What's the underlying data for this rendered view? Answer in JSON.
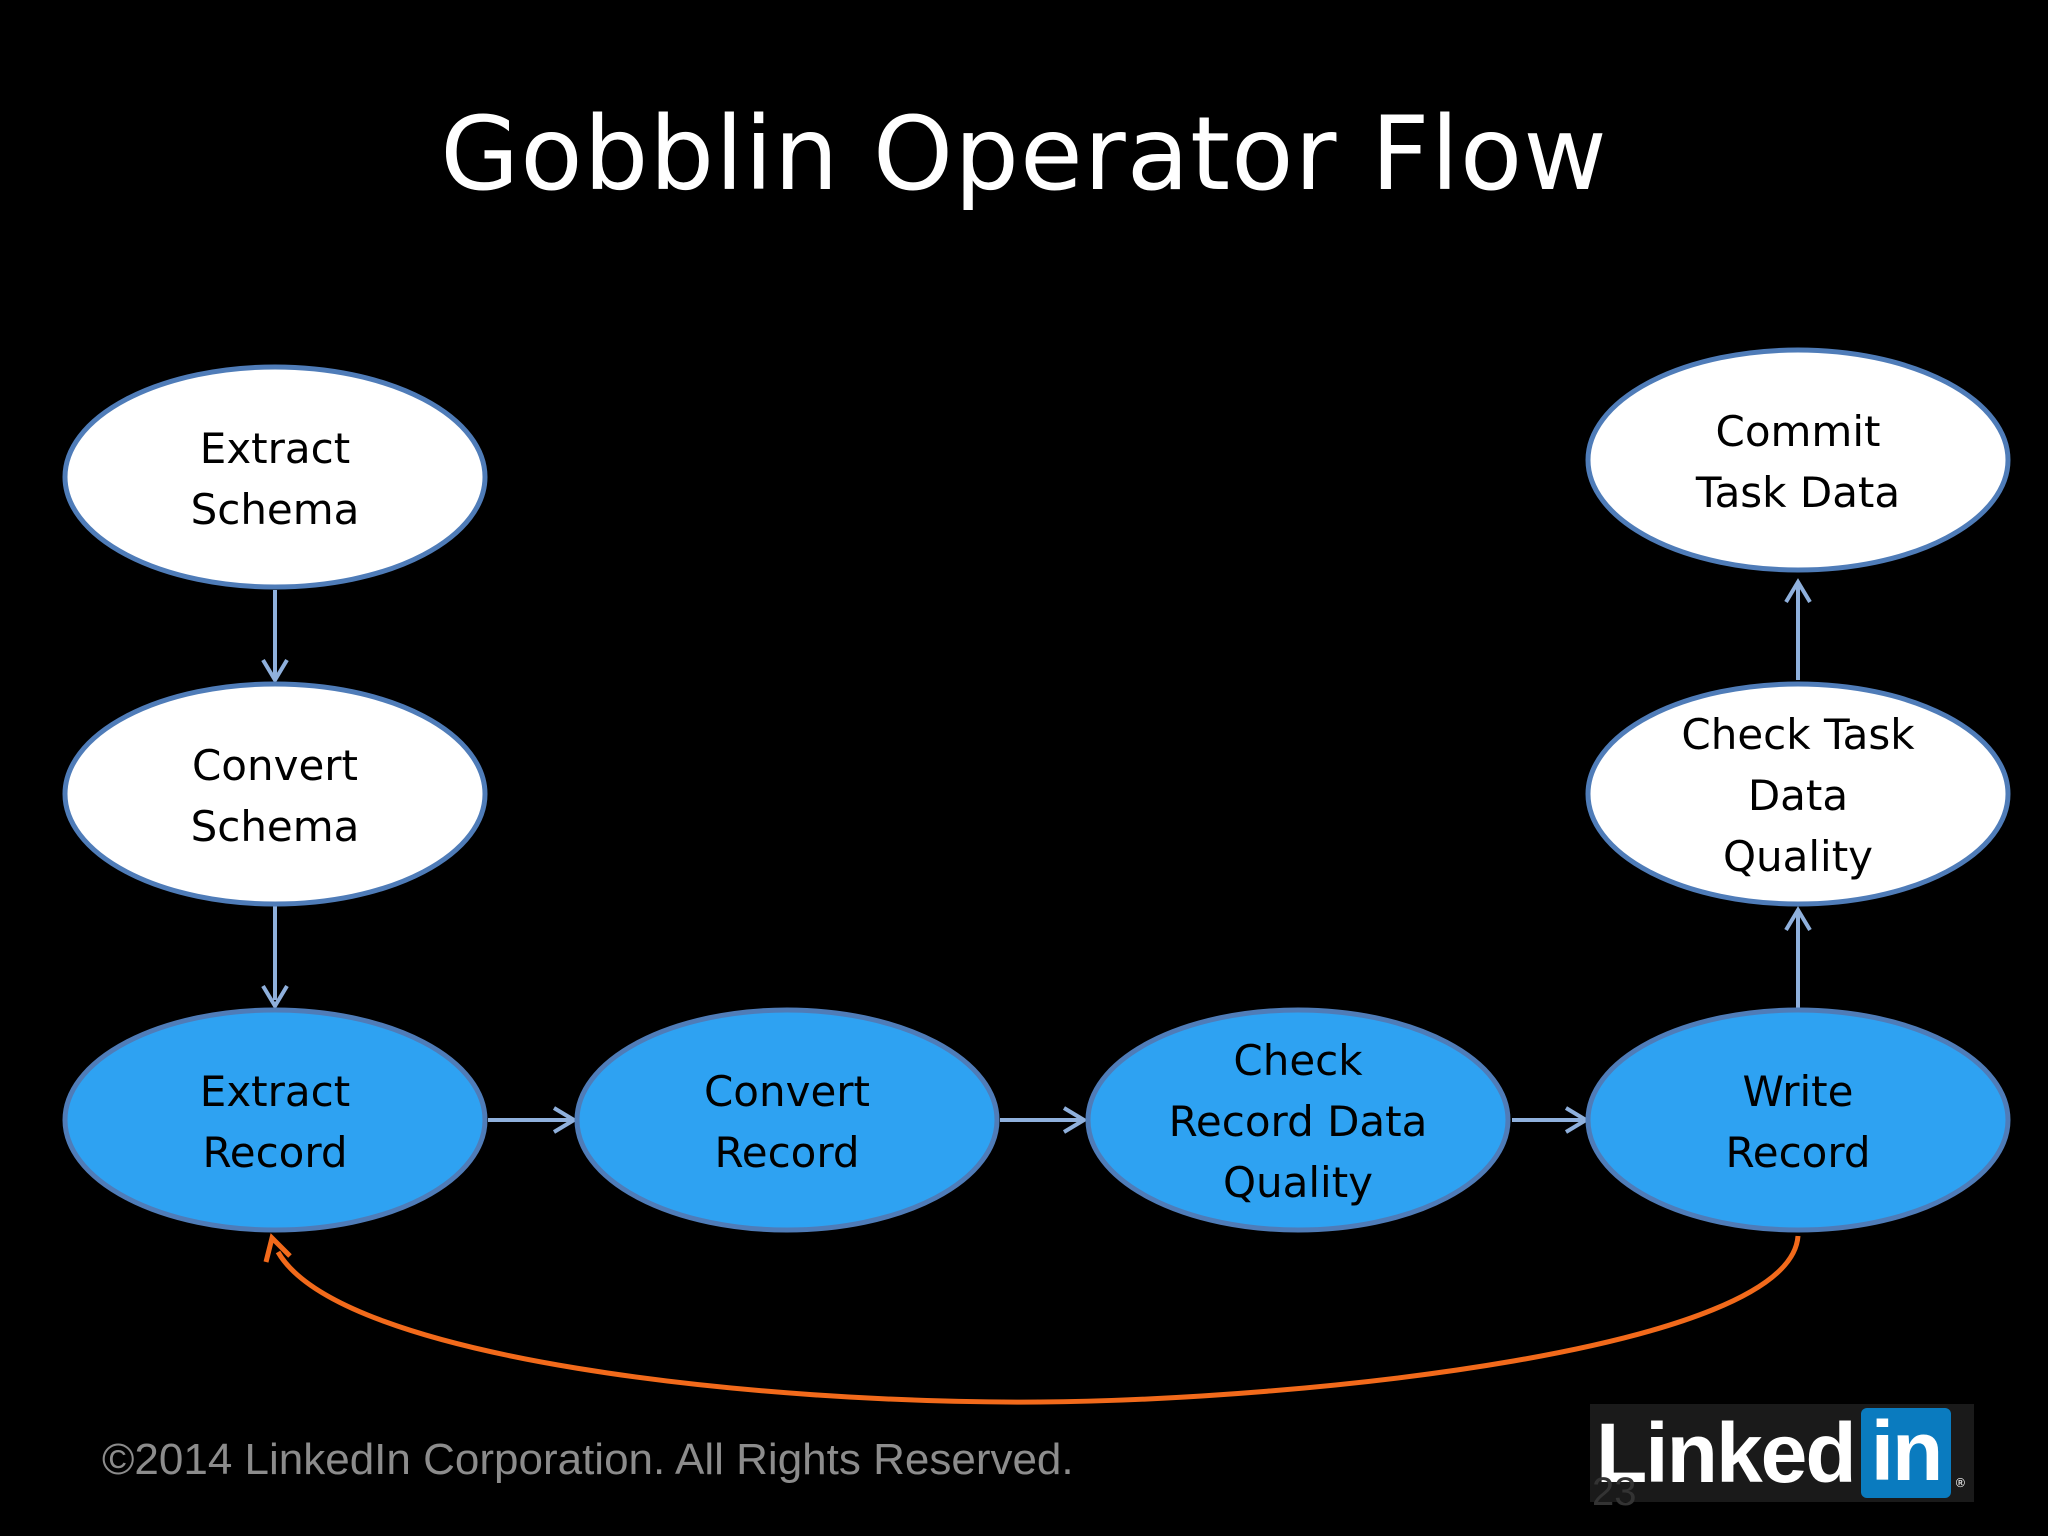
{
  "title": "Gobblin Operator Flow",
  "colors": {
    "background": "#000000",
    "schema_node_fill": "#ffffff",
    "record_node_fill": "#2ea2f2",
    "node_border": "#4f7cb8",
    "arrow": "#8fb0dc",
    "loop_arrow": "#f26a1b"
  },
  "nodes": {
    "extract_schema": [
      "Extract",
      "Schema"
    ],
    "convert_schema": [
      "Convert",
      "Schema"
    ],
    "extract_record": [
      "Extract",
      "Record"
    ],
    "convert_record": [
      "Convert",
      "Record"
    ],
    "check_record_quality": [
      "Check",
      "Record Data",
      "Quality"
    ],
    "write_record": [
      "Write",
      "Record"
    ],
    "check_task_quality": [
      "Check Task",
      "Data",
      "Quality"
    ],
    "commit_task_data": [
      "Commit",
      "Task Data"
    ]
  },
  "footer": {
    "copyright": "©2014 LinkedIn Corporation. All Rights Reserved.",
    "page_number": "23"
  },
  "logo": {
    "word": "Linked",
    "box": "in",
    "tm": "®"
  }
}
